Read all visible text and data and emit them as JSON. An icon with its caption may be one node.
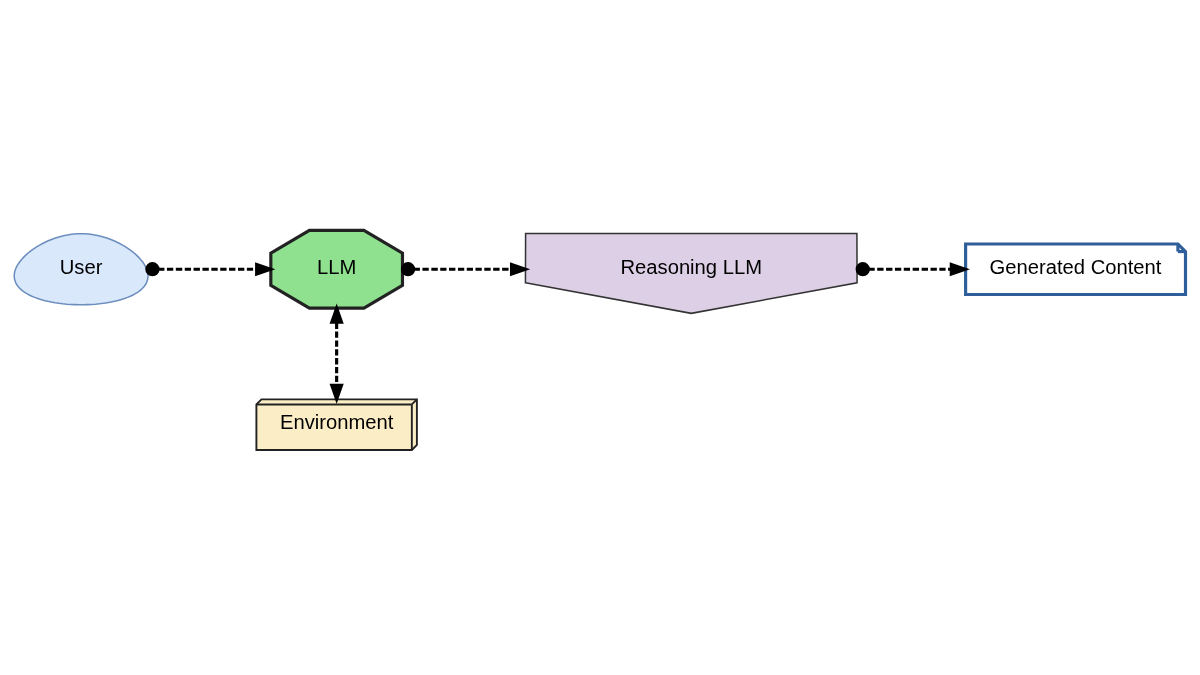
{
  "diagram": {
    "nodes": [
      {
        "text": [
          "User"
        ]
      },
      {
        "text": [
          "LLM"
        ]
      },
      {
        "text": [
          "Reasoning LLM"
        ]
      },
      {
        "text": [
          "Generated Content"
        ]
      },
      {
        "text": [
          "Environment"
        ]
      }
    ],
    "edges": [
      {
        "from": 0,
        "to": 1,
        "arrow": "to",
        "style": "dashed"
      },
      {
        "from": 1,
        "to": 2,
        "arrow": "to",
        "style": "dashed"
      },
      {
        "from": 2,
        "to": 3,
        "arrow": "to",
        "style": "dashed"
      },
      {
        "from": 1,
        "to": 4,
        "arrow": "both",
        "style": "dashed"
      }
    ]
  }
}
